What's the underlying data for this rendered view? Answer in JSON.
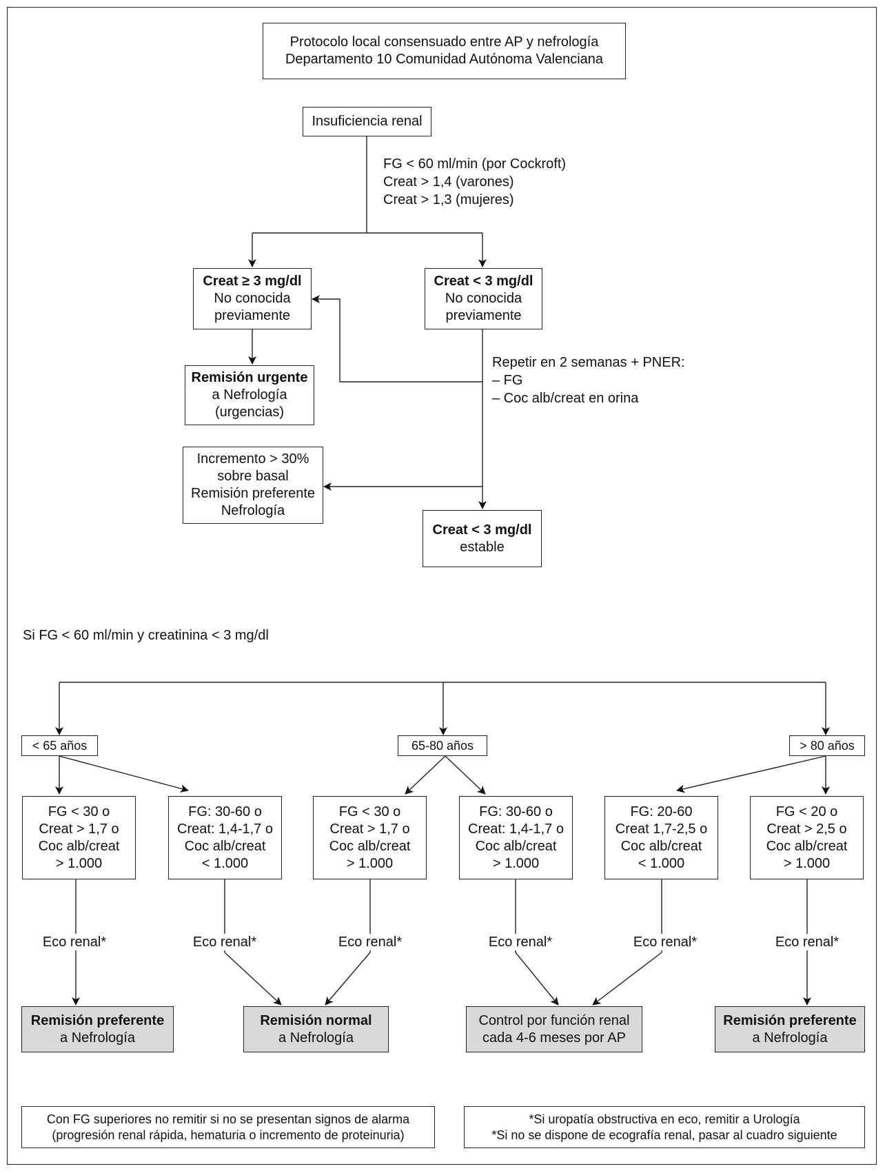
{
  "header": {
    "line1": "Protocolo local consensuado entre AP y nefrología",
    "line2": "Departamento 10 Comunidad Autónoma Valenciana"
  },
  "top": {
    "start": "Insuficiencia renal",
    "criteria": [
      "FG < 60 ml/min (por Cockroft)",
      "Creat > 1,4 (varones)",
      "Creat > 1,3 (mujeres)"
    ],
    "left_box": {
      "bold": "Creat ≥ 3 mg/dl",
      "lines": [
        "No conocida",
        "previamente"
      ]
    },
    "right_box": {
      "bold": "Creat < 3 mg/dl",
      "lines": [
        "No conocida",
        "previamente"
      ]
    },
    "urgent_box": {
      "bold": "Remisión urgente",
      "lines": [
        "a Nefrología",
        "(urgencias)"
      ]
    },
    "repeat": [
      "Repetir en 2 semanas + PNER:",
      "– FG",
      "– Coc alb/creat en orina"
    ],
    "increment_box": [
      "Incremento > 30%",
      "sobre basal",
      "Remisión preferente",
      "Nefrología"
    ],
    "stable_box": {
      "bold": "Creat < 3 mg/dl",
      "lines": [
        "estable"
      ]
    }
  },
  "section2_title": "Si FG < 60 ml/min y creatinina < 3 mg/dl",
  "ages": [
    "< 65 años",
    "65-80 años",
    "> 80 años"
  ],
  "criteria_boxes": [
    [
      "FG < 30 o",
      "Creat > 1,7 o",
      "Coc alb/creat",
      "> 1.000"
    ],
    [
      "FG: 30-60 o",
      "Creat: 1,4-1,7 o",
      "Coc alb/creat",
      "< 1.000"
    ],
    [
      "FG < 30 o",
      "Creat > 1,7 o",
      "Coc alb/creat",
      "> 1.000"
    ],
    [
      "FG: 30-60 o",
      "Creat: 1,4-1,7 o",
      "Coc alb/creat",
      "> 1.000"
    ],
    [
      "FG: 20-60",
      "Creat 1,7-2,5 o",
      "Coc alb/creat",
      "< 1.000"
    ],
    [
      "FG < 20 o",
      "Creat > 2,5 o",
      "Coc alb/creat",
      "> 1.000"
    ]
  ],
  "eco_label": "Eco renal*",
  "outcomes": [
    {
      "bold": "Remisión preferente",
      "line": "a Nefrología"
    },
    {
      "bold": "Remisión normal",
      "line": "a Nefrología"
    },
    {
      "bold": "",
      "lines": [
        "Control por función renal",
        "cada 4-6 meses por AP"
      ]
    },
    {
      "bold": "Remisión preferente",
      "line": "a Nefrología"
    }
  ],
  "notes": {
    "left": [
      "Con FG superiores no remitir si no se presentan signos de alarma",
      "(progresión renal rápida, hematuria o incremento de proteinuria)"
    ],
    "right": [
      "*Si uropatía obstructiva en eco, remitir a Urología",
      "*Si no se dispone de ecografía renal, pasar al cuadro siguiente"
    ]
  }
}
